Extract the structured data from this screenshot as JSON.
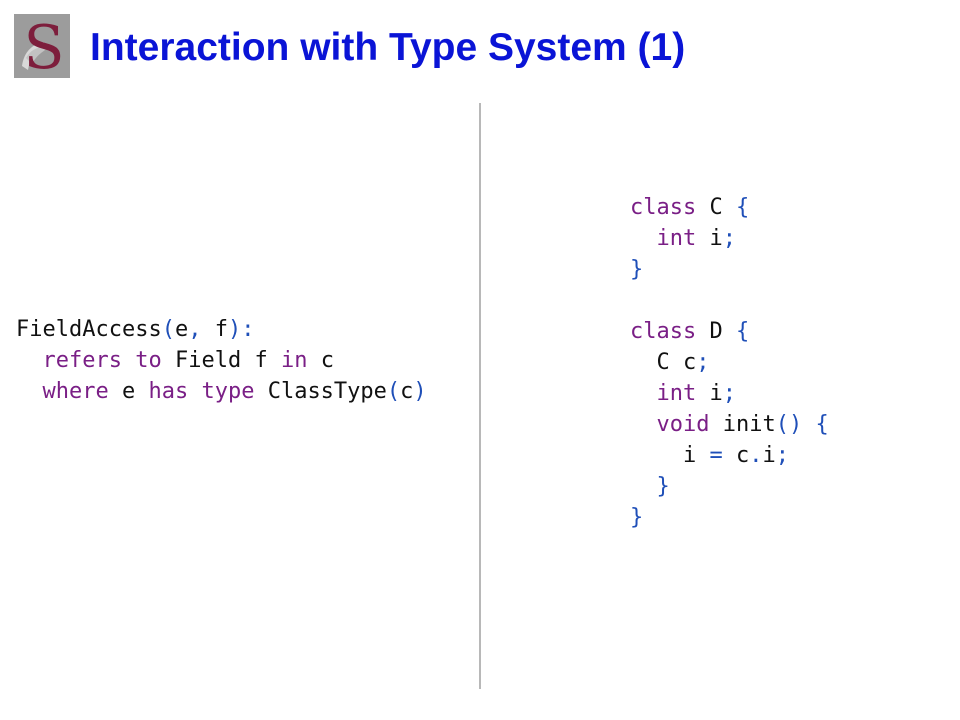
{
  "slide": {
    "title": "Interaction with Type System (1)",
    "logo_icon": "stellenbosch-s-logo-icon"
  },
  "colors": {
    "title": "#0a14d6",
    "keyword": "#7a1f86",
    "identifier": "#111111",
    "punctuation": "#1f4fb8",
    "divider": "#b8b8b8"
  },
  "left_code": {
    "lines": [
      [
        {
          "t": "FieldAccess",
          "c": "id"
        },
        {
          "t": "(",
          "c": "pn"
        },
        {
          "t": "e",
          "c": "id"
        },
        {
          "t": ", ",
          "c": "pn"
        },
        {
          "t": "f",
          "c": "id"
        },
        {
          "t": "):",
          "c": "pn"
        }
      ],
      [
        {
          "t": "  ",
          "c": "sp"
        },
        {
          "t": "refers to",
          "c": "kw"
        },
        {
          "t": " ",
          "c": "sp"
        },
        {
          "t": "Field",
          "c": "id"
        },
        {
          "t": " ",
          "c": "sp"
        },
        {
          "t": "f",
          "c": "id"
        },
        {
          "t": " ",
          "c": "sp"
        },
        {
          "t": "in",
          "c": "kw"
        },
        {
          "t": " ",
          "c": "sp"
        },
        {
          "t": "c",
          "c": "id"
        }
      ],
      [
        {
          "t": "  ",
          "c": "sp"
        },
        {
          "t": "where",
          "c": "kw"
        },
        {
          "t": " ",
          "c": "sp"
        },
        {
          "t": "e",
          "c": "id"
        },
        {
          "t": " ",
          "c": "sp"
        },
        {
          "t": "has type",
          "c": "kw"
        },
        {
          "t": " ",
          "c": "sp"
        },
        {
          "t": "ClassType",
          "c": "id"
        },
        {
          "t": "(",
          "c": "pn"
        },
        {
          "t": "c",
          "c": "id"
        },
        {
          "t": ")",
          "c": "pn"
        }
      ]
    ]
  },
  "right_code": {
    "lines": [
      [
        {
          "t": "class",
          "c": "kw"
        },
        {
          "t": " ",
          "c": "sp"
        },
        {
          "t": "C",
          "c": "id"
        },
        {
          "t": " ",
          "c": "sp"
        },
        {
          "t": "{",
          "c": "pn"
        }
      ],
      [
        {
          "t": "  ",
          "c": "sp"
        },
        {
          "t": "int",
          "c": "kw"
        },
        {
          "t": " ",
          "c": "sp"
        },
        {
          "t": "i",
          "c": "id"
        },
        {
          "t": ";",
          "c": "pn"
        }
      ],
      [
        {
          "t": "}",
          "c": "pn"
        }
      ],
      [],
      [
        {
          "t": "class",
          "c": "kw"
        },
        {
          "t": " ",
          "c": "sp"
        },
        {
          "t": "D",
          "c": "id"
        },
        {
          "t": " ",
          "c": "sp"
        },
        {
          "t": "{",
          "c": "pn"
        }
      ],
      [
        {
          "t": "  ",
          "c": "sp"
        },
        {
          "t": "C",
          "c": "id"
        },
        {
          "t": " ",
          "c": "sp"
        },
        {
          "t": "c",
          "c": "id"
        },
        {
          "t": ";",
          "c": "pn"
        }
      ],
      [
        {
          "t": "  ",
          "c": "sp"
        },
        {
          "t": "int",
          "c": "kw"
        },
        {
          "t": " ",
          "c": "sp"
        },
        {
          "t": "i",
          "c": "id"
        },
        {
          "t": ";",
          "c": "pn"
        }
      ],
      [
        {
          "t": "  ",
          "c": "sp"
        },
        {
          "t": "void",
          "c": "kw"
        },
        {
          "t": " ",
          "c": "sp"
        },
        {
          "t": "init",
          "c": "id"
        },
        {
          "t": "()",
          "c": "pn"
        },
        {
          "t": " ",
          "c": "sp"
        },
        {
          "t": "{",
          "c": "pn"
        }
      ],
      [
        {
          "t": "    ",
          "c": "sp"
        },
        {
          "t": "i",
          "c": "id"
        },
        {
          "t": " = ",
          "c": "pn"
        },
        {
          "t": "c",
          "c": "id"
        },
        {
          "t": ".",
          "c": "pn"
        },
        {
          "t": "i",
          "c": "id"
        },
        {
          "t": ";",
          "c": "pn"
        }
      ],
      [
        {
          "t": "  ",
          "c": "sp"
        },
        {
          "t": "}",
          "c": "pn"
        }
      ],
      [
        {
          "t": "}",
          "c": "pn"
        }
      ]
    ]
  }
}
